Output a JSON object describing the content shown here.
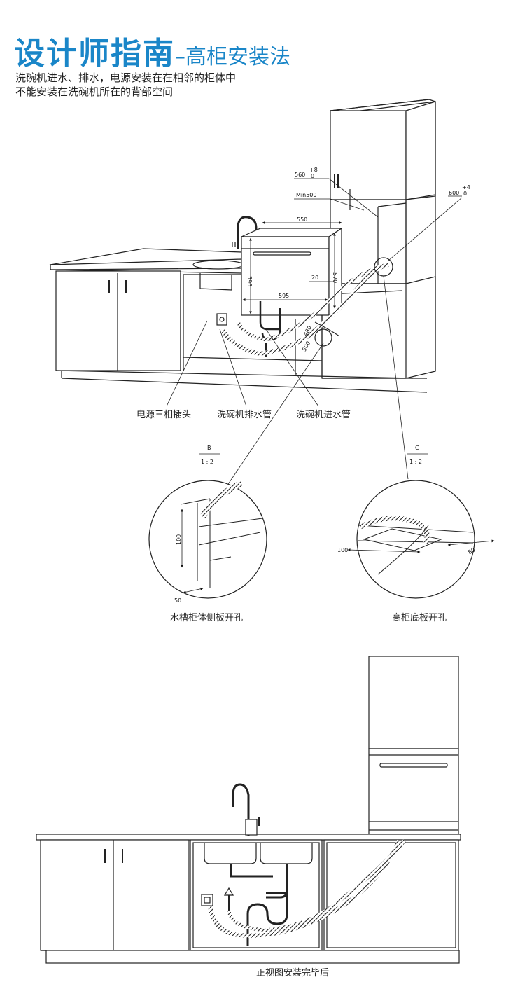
{
  "header": {
    "title_main": "设计师指南",
    "title_sub": "–高柜安装法",
    "line1": "洗碗机进水、排水，电源安装在在相邻的柜体中",
    "line2": "不能安装在洗碗机所在的背部空间"
  },
  "callouts": {
    "power": "电源三相插头",
    "drain": "洗碗机排水管",
    "inlet": "洗碗机进水管"
  },
  "dimensions": {
    "d560": "560",
    "d560_tol_top": "+8",
    "d560_tol_bot": "0",
    "dmin500": "Min500",
    "d600": "600",
    "d600_tol_top": "+4",
    "d600_tol_bot": "0",
    "d550": "550",
    "d596": "596",
    "d570": "570",
    "d595": "595",
    "d20": "20",
    "d480": "480",
    "d500": "500"
  },
  "detailB": {
    "letter": "B",
    "scale": "1 : 2",
    "d100": "100",
    "d50": "50",
    "caption": "水槽柜体侧板开孔"
  },
  "detailC": {
    "letter": "C",
    "scale": "1 : 2",
    "d100": "100",
    "d80": "80",
    "caption": "高柜底板开孔"
  },
  "front": {
    "caption": "正视图安装完毕后"
  }
}
